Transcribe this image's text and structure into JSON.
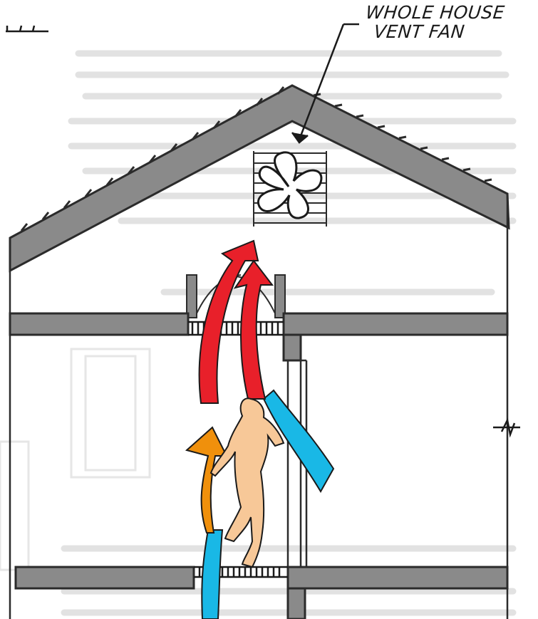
{
  "diagram": {
    "callout": {
      "line1": "WHOLE HOUSE",
      "line2": "VENT FAN"
    },
    "colors": {
      "structure": "#8a8a8a",
      "outline": "#2b2b2b",
      "exhaust_air": "#e8202a",
      "warm_air": "#f0900c",
      "cool_air": "#19b8e6",
      "figure": "#f7c898",
      "background_text": "#dedede"
    },
    "icons": [
      "fan-blade-icon",
      "louver-icon",
      "airflow-arrow-icon",
      "person-figure",
      "break-mark-icon"
    ]
  }
}
